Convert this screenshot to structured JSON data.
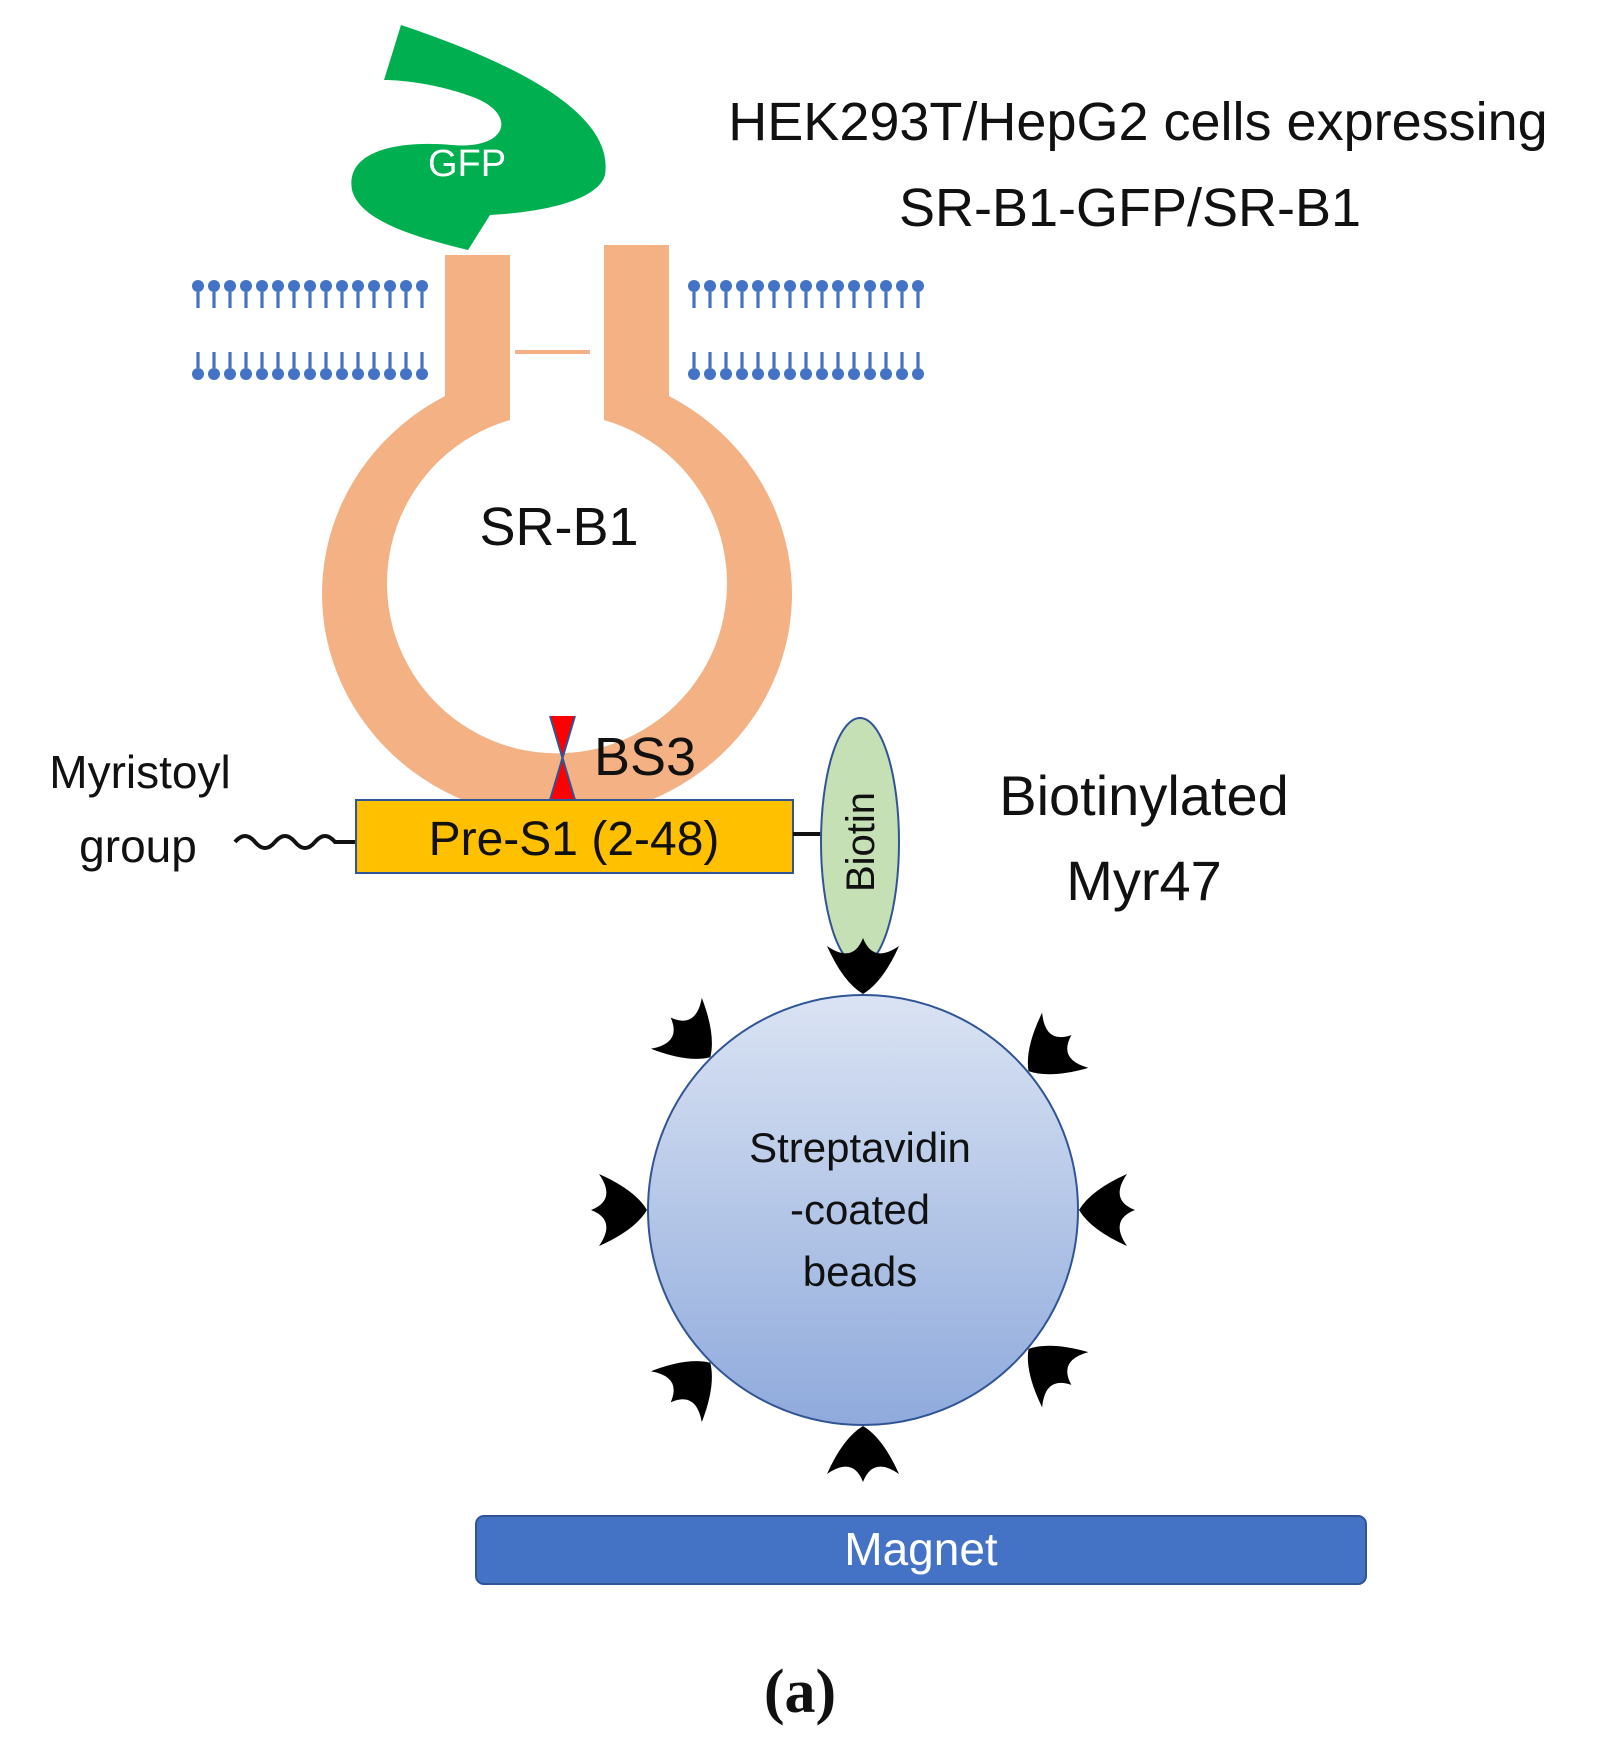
{
  "labels": {
    "cells_line1": "HEK293T/HepG2 cells expressing",
    "cells_line2": "SR-B1-GFP/SR-B1",
    "gfp": "GFP",
    "srb1": "SR-B1",
    "bs3": "BS3",
    "myristoyl_line1": "Myristoyl",
    "myristoyl_line2": "group",
    "pres1": "Pre-S1 (2-48)",
    "biotin": "Biotin",
    "biotinylated_line1": "Biotinylated",
    "biotinylated_line2": "Myr47",
    "streptavidin_line1": "Streptavidin",
    "streptavidin_line2": "-coated",
    "streptavidin_line3": "beads",
    "magnet": "Magnet",
    "panel": "(a)"
  },
  "colors": {
    "gfp": "#00b050",
    "srb1": "#f4b183",
    "membrane": "#4472c4",
    "bs3": "#ff0000",
    "pres1_fill": "#ffc000",
    "pres1_border": "#2f5597",
    "biotin_fill": "#c5e0b4",
    "bead_top": "#dae3f3",
    "bead_bottom": "#8faadc",
    "magnet": "#4472c4",
    "streptavidin": "#000000"
  }
}
